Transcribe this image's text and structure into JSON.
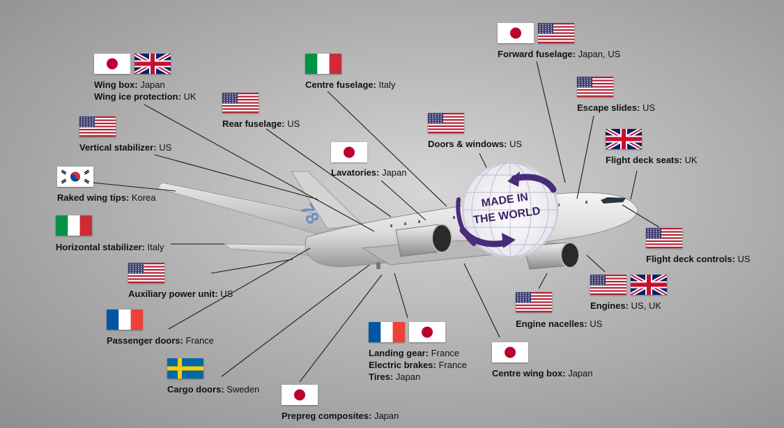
{
  "seal": {
    "line1": "MADE IN",
    "line2": "THE WORLD",
    "fin_text": "78"
  },
  "callouts": [
    {
      "id": "wing-box",
      "flags": [
        "japan",
        "uk"
      ],
      "lines": [
        {
          "k": "Wing box:",
          "v": "Japan"
        },
        {
          "k": "Wing ice protection:",
          "v": "UK"
        }
      ]
    },
    {
      "id": "vertical-stabilizer",
      "flags": [
        "us"
      ],
      "lines": [
        {
          "k": "Vertical stabilizer:",
          "v": "US"
        }
      ]
    },
    {
      "id": "raked-wing-tips",
      "flags": [
        "korea"
      ],
      "lines": [
        {
          "k": "Raked wing tips:",
          "v": "Korea"
        }
      ]
    },
    {
      "id": "horizontal-stabilizer",
      "flags": [
        "italy"
      ],
      "lines": [
        {
          "k": "Horizontal stabilizer:",
          "v": "Italy"
        }
      ]
    },
    {
      "id": "auxiliary-power-unit",
      "flags": [
        "us"
      ],
      "lines": [
        {
          "k": "Auxiliary power unit:",
          "v": "US"
        }
      ]
    },
    {
      "id": "passenger-doors",
      "flags": [
        "france"
      ],
      "lines": [
        {
          "k": "Passenger doors:",
          "v": "France"
        }
      ]
    },
    {
      "id": "cargo-doors",
      "flags": [
        "sweden"
      ],
      "lines": [
        {
          "k": "Cargo doors:",
          "v": "Sweden"
        }
      ]
    },
    {
      "id": "prepreg-composites",
      "flags": [
        "japan"
      ],
      "lines": [
        {
          "k": "Prepreg composites:",
          "v": "Japan"
        }
      ]
    },
    {
      "id": "landing-gear",
      "flags": [
        "france",
        "japan"
      ],
      "lines": [
        {
          "k": "Landing gear:",
          "v": "France"
        },
        {
          "k": "Electric brakes:",
          "v": "France"
        },
        {
          "k": "Tires:",
          "v": "Japan"
        }
      ]
    },
    {
      "id": "centre-wing-box",
      "flags": [
        "japan"
      ],
      "lines": [
        {
          "k": "Centre wing box:",
          "v": "Japan"
        }
      ]
    },
    {
      "id": "engine-nacelles",
      "flags": [
        "us"
      ],
      "lines": [
        {
          "k": "Engine nacelles:",
          "v": "US"
        }
      ]
    },
    {
      "id": "engines",
      "flags": [
        "us",
        "uk"
      ],
      "lines": [
        {
          "k": "Engines:",
          "v": "US, UK"
        }
      ]
    },
    {
      "id": "flight-deck-controls",
      "flags": [
        "us"
      ],
      "lines": [
        {
          "k": "Flight deck controls:",
          "v": "US"
        }
      ]
    },
    {
      "id": "flight-deck-seats",
      "flags": [
        "uk"
      ],
      "lines": [
        {
          "k": "Flight deck seats:",
          "v": "UK"
        }
      ]
    },
    {
      "id": "escape-slides",
      "flags": [
        "us"
      ],
      "lines": [
        {
          "k": "Escape slides:",
          "v": "US"
        }
      ]
    },
    {
      "id": "forward-fuselage",
      "flags": [
        "japan",
        "us"
      ],
      "lines": [
        {
          "k": "Forward fuselage:",
          "v": "Japan, US"
        }
      ]
    },
    {
      "id": "doors-windows",
      "flags": [
        "us"
      ],
      "lines": [
        {
          "k": "Doors & windows:",
          "v": "US"
        }
      ]
    },
    {
      "id": "lavatories",
      "flags": [
        "japan"
      ],
      "lines": [
        {
          "k": "Lavatories:",
          "v": "Japan"
        }
      ]
    },
    {
      "id": "centre-fuselage",
      "flags": [
        "italy"
      ],
      "lines": [
        {
          "k": "Centre fuselage:",
          "v": "Italy"
        }
      ]
    },
    {
      "id": "rear-fuselage",
      "flags": [
        "us"
      ],
      "lines": [
        {
          "k": "Rear fuselage:",
          "v": "US"
        }
      ]
    }
  ],
  "colors": {
    "seal_purple": "#4a2a7a",
    "line": "#1a1a1a"
  }
}
